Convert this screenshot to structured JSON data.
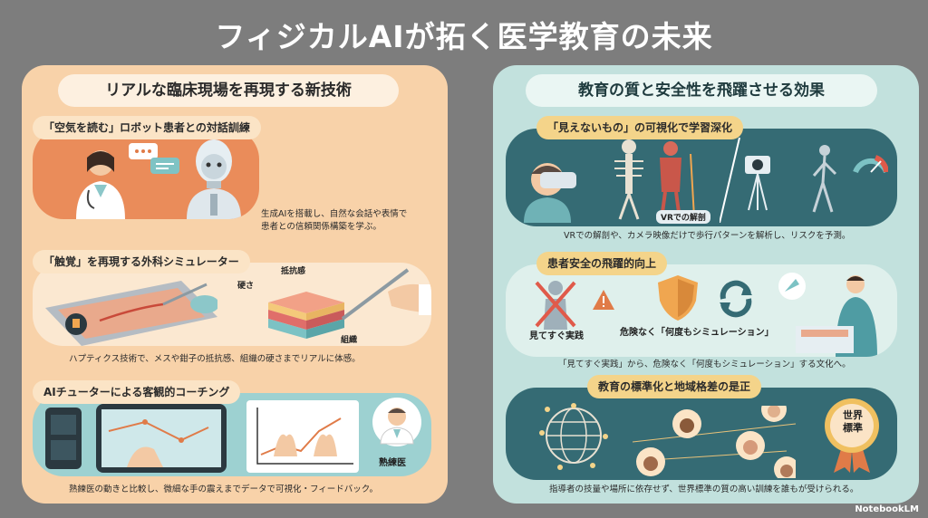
{
  "title": "フィジカルAIが拓く医学教育の未来",
  "left": {
    "heading": "リアルな臨床現場を再現する新技術",
    "card1": {
      "label": "「空気を読む」ロボット患者との対話訓練",
      "caption_line1": "生成AIを搭載し、自然な会話や表情で",
      "caption_line2": "患者との信頼関係構築を学ぶ。"
    },
    "card2": {
      "label": "「触覚」を再現する外科シミュレーター",
      "tag_hardness": "硬さ",
      "tag_resistance": "抵抗感",
      "tag_tissue": "組織",
      "caption": "ハプティクス技術で、メスや鉗子の抵抗感、組織の硬さまでリアルに体感。"
    },
    "card3": {
      "label": "AIチューターによる客観的コーチング",
      "tag_expert": "熟練医",
      "caption": "熟練医の動きと比較し、微細な手の震えまでデータで可視化・フィードバック。"
    }
  },
  "right": {
    "heading": "教育の質と安全性を飛躍させる効果",
    "card1": {
      "label": "「見えないもの」の可視化で学習深化",
      "tag_vr": "VRでの解剖",
      "caption": "VRでの解剖や、カメラ映像だけで歩行パターンを解析し、リスクを予測。"
    },
    "card2": {
      "label": "患者安全の飛躍的向上",
      "tag_seedo": "見てすぐ実践",
      "tag_sim": "危険なく「何度もシミュレーション」",
      "caption": "「見てすぐ実践」から、危険なく「何度もシミュレーション」する文化へ。"
    },
    "card3": {
      "label": "教育の標準化と地域格差の是正",
      "badge_line1": "世界",
      "badge_line2": "標準",
      "caption": "指導者の技量や場所に依存せず、世界標準の質の高い訓練を誰もが受けられる。"
    }
  },
  "footer": {
    "brand": "NotebookLM"
  },
  "colors": {
    "background": "#7d7d7d",
    "left_panel": "#f8d2a9",
    "right_panel": "#c2e1dd",
    "accent_orange": "#ea8c5a",
    "accent_teal": "#356b74"
  }
}
